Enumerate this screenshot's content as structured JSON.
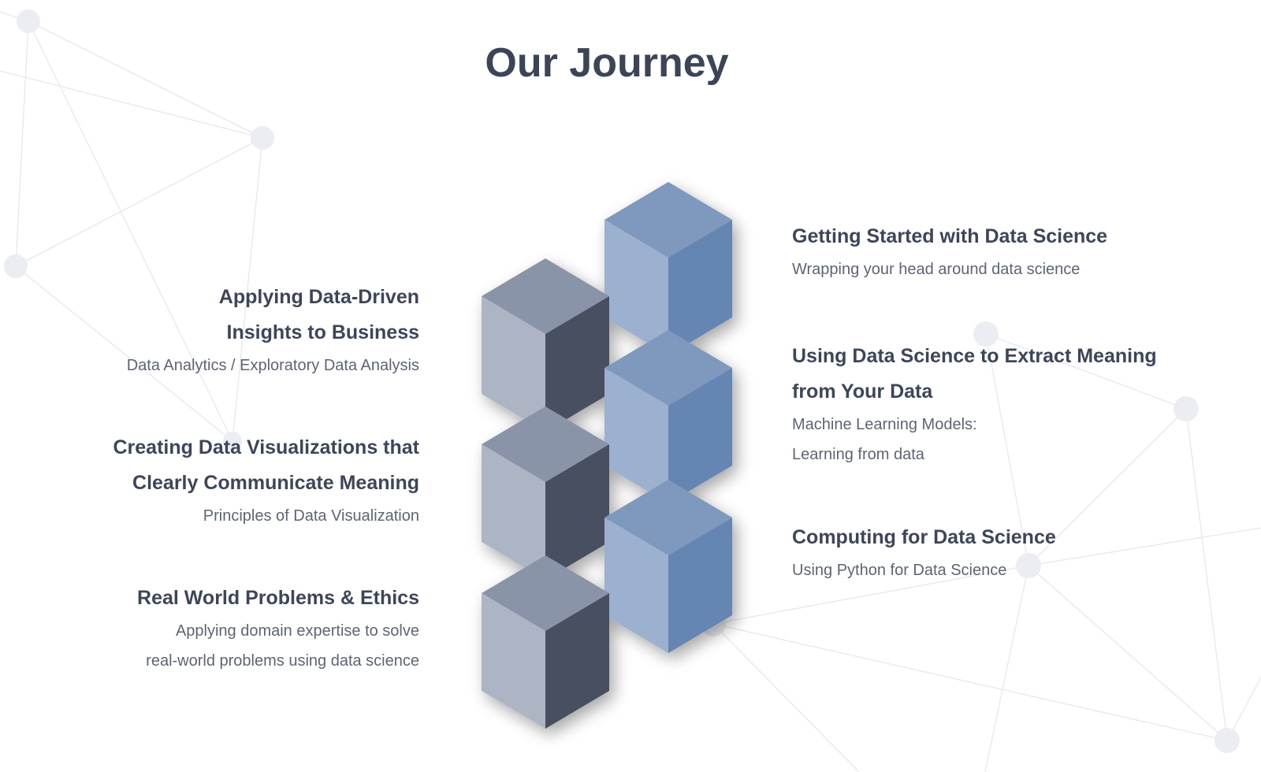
{
  "title": "Our Journey",
  "colors": {
    "title": "#3b4556",
    "heading": "#3d4658",
    "subtext": "#5d6473",
    "grey_top": "#8a94a8",
    "grey_left": "#adb5c5",
    "grey_right": "#474f60",
    "blue_top": "#7f98bd",
    "blue_left": "#9cb0cf",
    "blue_right": "#6585b3"
  },
  "steps_left": [
    {
      "title_lines": [
        "Applying Data-Driven",
        "Insights to Business"
      ],
      "sub_lines": [
        "Data Analytics / Exploratory Data Analysis"
      ]
    },
    {
      "title_lines": [
        "Creating Data Visualizations that",
        "Clearly Communicate Meaning"
      ],
      "sub_lines": [
        "Principles of Data Visualization"
      ]
    },
    {
      "title_lines": [
        "Real World Problems & Ethics"
      ],
      "sub_lines": [
        "Applying domain expertise to solve",
        "real-world problems using data science"
      ]
    }
  ],
  "steps_right": [
    {
      "title_lines": [
        "Getting Started with Data Science"
      ],
      "sub_lines": [
        "Wrapping your head around data science"
      ]
    },
    {
      "title_lines": [
        "Using Data Science to Extract Meaning",
        "from Your Data"
      ],
      "sub_lines": [
        "Machine Learning Models:",
        "Learning from data"
      ]
    },
    {
      "title_lines": [
        "Computing for Data Science"
      ],
      "sub_lines": [
        "Using Python for Data Science"
      ]
    }
  ]
}
